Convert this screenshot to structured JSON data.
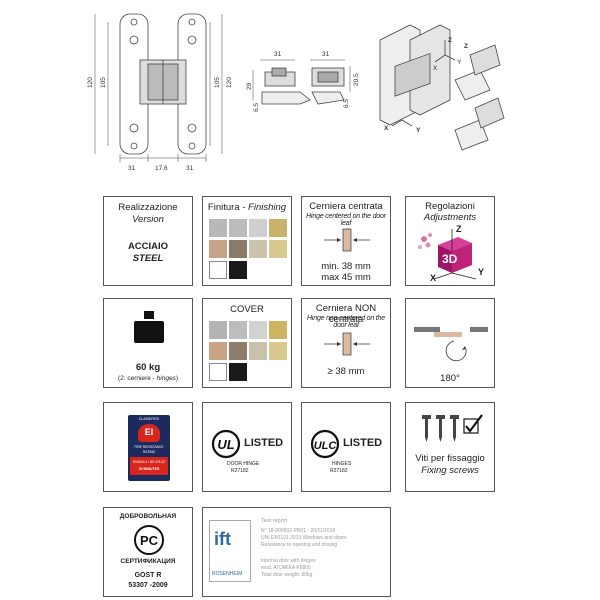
{
  "drawing": {
    "dims_front": [
      "120",
      "105",
      "105",
      "120",
      "31",
      "17.6",
      "31"
    ],
    "dims_side": [
      "31",
      "29",
      "6.5",
      "31",
      "20.5",
      "6.5"
    ],
    "axes": [
      "X",
      "Y",
      "Z",
      "X",
      "Y",
      "Z"
    ]
  },
  "cards": {
    "version": {
      "title": "Realizzazione",
      "title_en": "Version",
      "material": "ACCIAIO",
      "material_en": "STEEL"
    },
    "finishing": {
      "title": "Finitura - ",
      "title_en": "Finishing",
      "colors": [
        "#b8b8b8",
        "#bcbcbc",
        "#cfcfcf",
        "#c9b26a",
        "#c7a486",
        "#8a7a68",
        "#c9c2ad",
        "#d9c98d",
        "#ffffff",
        "#1a1a1a"
      ]
    },
    "centered": {
      "title": "Cerniera centrata",
      "title_en": "Hinge centered on the door leaf",
      "min": "min. 38 mm",
      "max": "max 45 mm"
    },
    "adjust": {
      "title": "Regolazioni",
      "title_en": "Adjustments",
      "label3d": "3D",
      "axes": [
        "Z",
        "X",
        "Y"
      ]
    },
    "weight": {
      "value": "60 kg",
      "note": "(2: cerniere - ",
      "note_en": "hinges",
      "note_end": ")"
    },
    "cover": {
      "title": "COVER",
      "colors": [
        "#b3b3b3",
        "#bdbdbd",
        "#d2d2d2",
        "#cdb463",
        "#c8a484",
        "#8d7d6a",
        "#c8c1ab",
        "#d9c98f",
        "#ffffff",
        "#1a1a1a"
      ]
    },
    "not_centered": {
      "title": "Cerniera NON centrata",
      "title_en": "Hinge non-centered on the door leaf",
      "value": "≥ 38 mm"
    },
    "opening": {
      "angle": "180°"
    },
    "fire": {
      "line1": "CLASSIFIED",
      "line2": "EI",
      "line3": "FIRE RESISTANCE",
      "line4": "RATING",
      "line5": "EN1634-1 / BS 476-22",
      "line6": "30 MINUTES"
    },
    "ul": {
      "listed": "LISTED",
      "sub1": "DOOR HINGE",
      "sub2": "R27182"
    },
    "ulc": {
      "listed": "LISTED",
      "sub1": "HINGES",
      "sub2": "R27182"
    },
    "screws": {
      "title": "Viti per fissaggio",
      "title_en": "Fixing screws"
    },
    "gost": {
      "top": "ДОБРОВОЛЬНАЯ",
      "bottom": "СЕРТИФИКАЦИЯ",
      "line1": "GOST R",
      "line2": "53307 -2009"
    },
    "ift": {
      "logo": "ift",
      "logo_sub": "ROSENHEIM",
      "title": "Test report",
      "l1": "N° 18-000602-PR01 - 20/11/2018",
      "l2": "UNI EN1191:2013 Windows and doors",
      "l3": "Resistance to opening and closing",
      "l4": "Internal door with hinges",
      "l5": "mod. ATOMIKA K6800",
      "l6": "Total door weight: 60kg"
    }
  }
}
